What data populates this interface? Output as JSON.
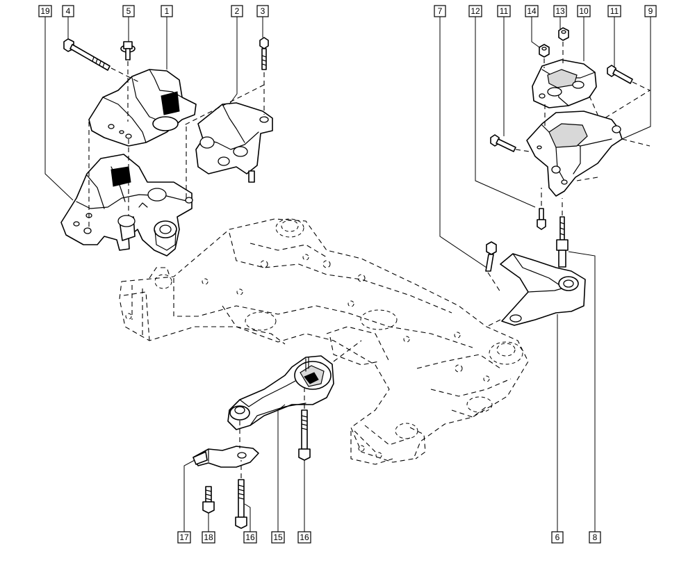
{
  "callouts": {
    "c19": "19",
    "c4": "4",
    "c5": "5",
    "c1": "1",
    "c2": "2",
    "c3": "3",
    "c7": "7",
    "c12": "12",
    "c11a": "11",
    "c14": "14",
    "c13": "13",
    "c10": "10",
    "c11b": "11",
    "c9": "9",
    "c17": "17",
    "c18": "18",
    "c16a": "16",
    "c15": "15",
    "c16b": "16",
    "c6": "6",
    "c8": "8"
  }
}
